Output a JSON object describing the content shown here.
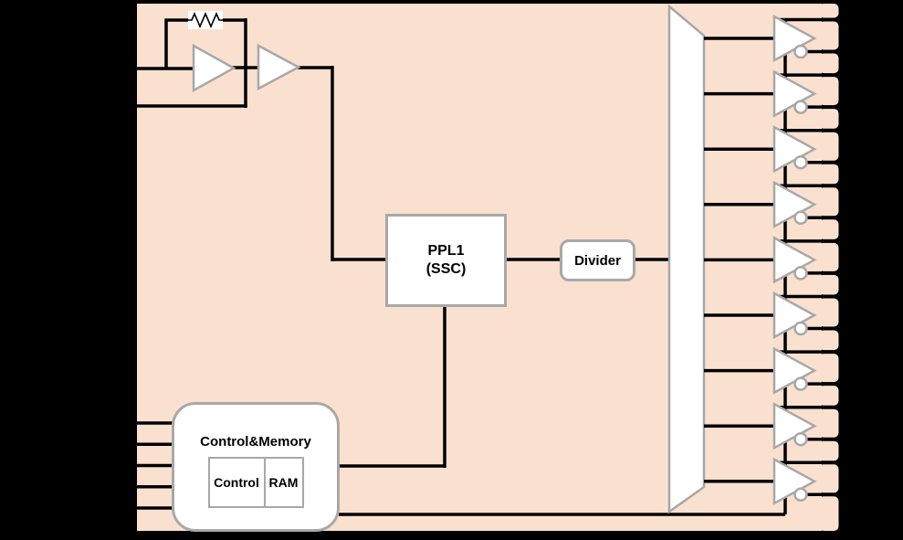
{
  "title": "clock-generator-block-diagram",
  "colors": {
    "background": "#000000",
    "chip_fill": "#fae1cf",
    "wire": "#000000",
    "block_fill": "#ffffff",
    "block_border": "#a8a8a8"
  },
  "blocks": {
    "pll": {
      "label_line1": "PPL1",
      "label_line2": "(SSC)"
    },
    "divider": {
      "label": "Divider"
    },
    "control_memory": {
      "title": "Control&Memory",
      "children": {
        "control": "Control",
        "ram": "RAM"
      }
    }
  },
  "pins": {
    "crystal_input_count": 2,
    "control_input_count": 5,
    "output_buffer_count": 9
  }
}
